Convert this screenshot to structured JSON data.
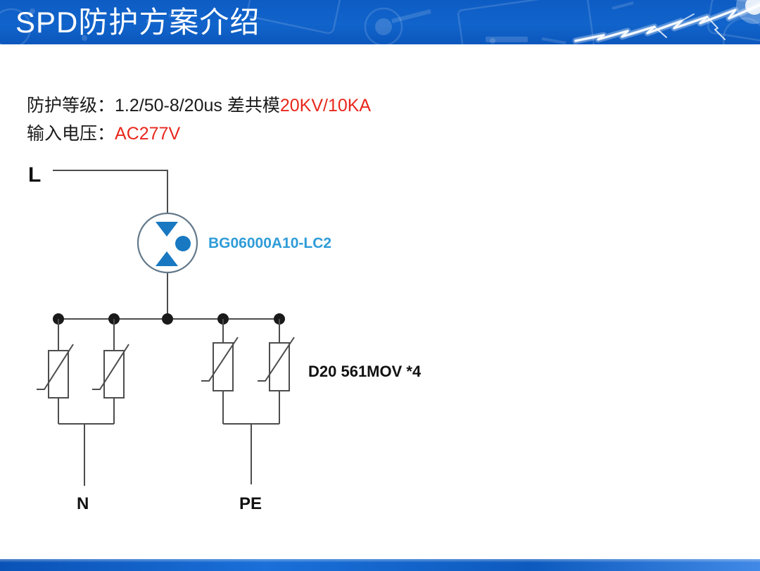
{
  "slide": {
    "title": "SPD防护方案介绍"
  },
  "specs": {
    "line1_label": "防护等级：1.2/50-8/20us 差共模",
    "line1_value": "20KV/10KA",
    "line2_label": "输入电压：",
    "line2_value": "AC277V"
  },
  "diagram": {
    "terminal_l": "L",
    "terminal_n": "N",
    "terminal_pe": "PE",
    "spd_model": "BG06000A10-LC2",
    "mov_label": "D20 561MOV *4"
  },
  "colors": {
    "header_blue": "#0d5cc4",
    "highlight_red": "#e8271c",
    "component_blue": "#1878c2",
    "model_label_blue": "#2f9cd8",
    "wire_gray": "#4d4d4d"
  }
}
